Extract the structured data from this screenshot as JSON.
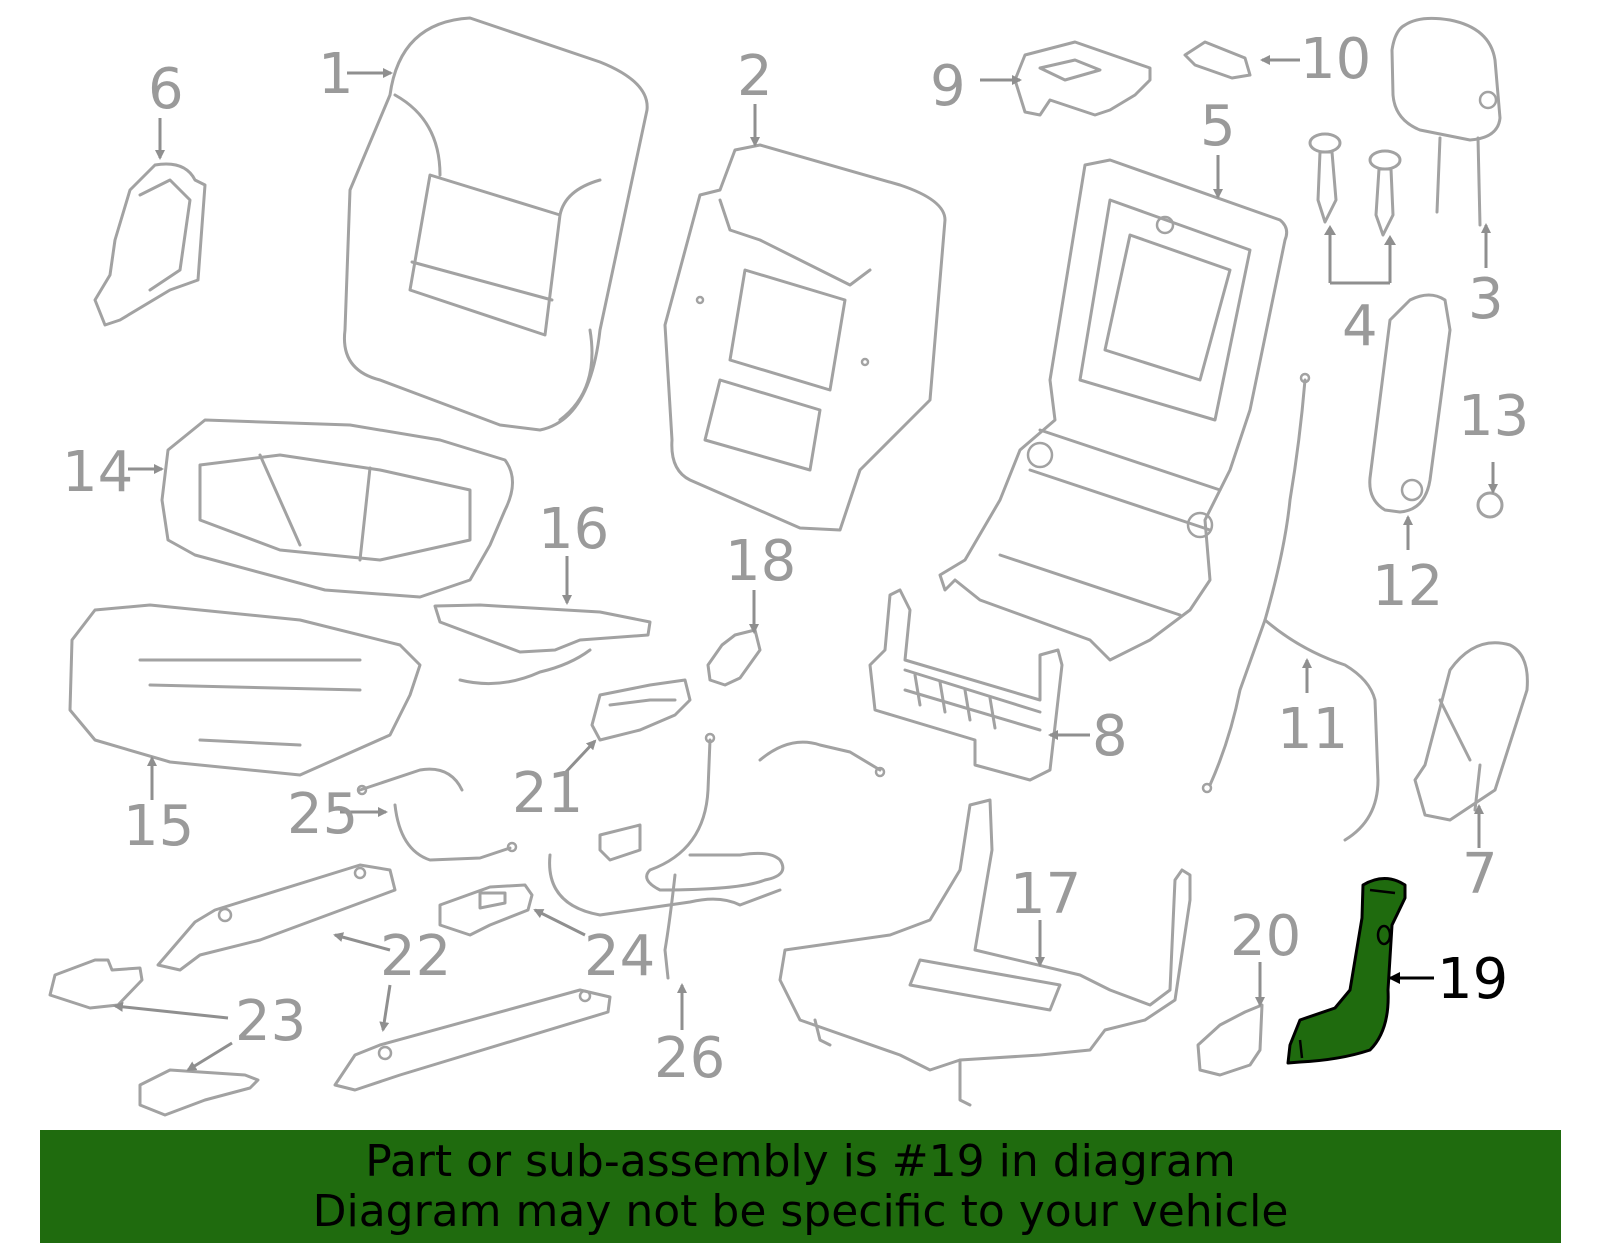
{
  "diagram": {
    "highlighted_part": "19",
    "callouts": [
      "1",
      "2",
      "3",
      "4",
      "5",
      "6",
      "7",
      "8",
      "9",
      "10",
      "11",
      "12",
      "13",
      "14",
      "15",
      "16",
      "17",
      "18",
      "19",
      "20",
      "21",
      "22",
      "23",
      "24",
      "25",
      "26"
    ]
  },
  "banner": {
    "line1": "Part or sub-assembly is #19 in diagram",
    "line2": "Diagram may not be specific to your vehicle"
  },
  "colors": {
    "highlight": "#1f6b0e",
    "outline": "#a2a2a2",
    "label": "#9a9a9a",
    "highlight_label": "#000000"
  }
}
